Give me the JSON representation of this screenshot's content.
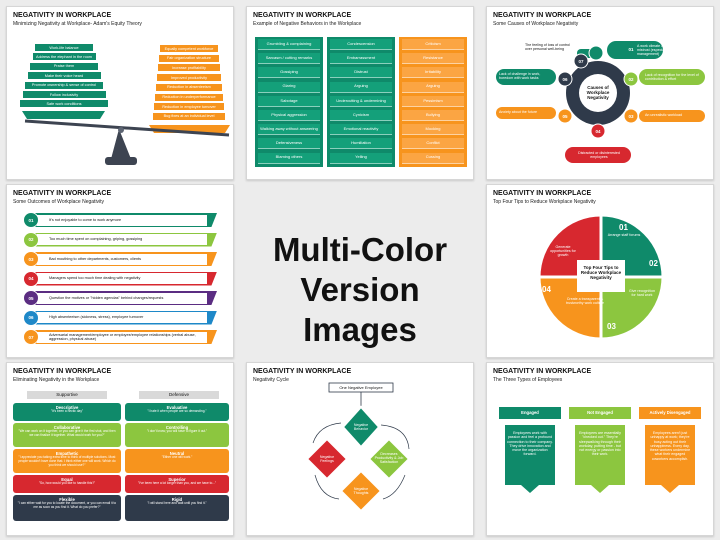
{
  "center_caption": [
    "Multi-Color",
    "Version Images"
  ],
  "slide1": {
    "title": "NEGATIVITY IN WORKPLACE",
    "subtitle": "Minimizing Negativity at Workplace- Adam's Equity Theory",
    "left_items": [
      "Work-life balance",
      "Address the elephant in the room",
      "Praise them",
      "Make their voice heard",
      "Promote ownership & sense of control",
      "Follow inclusivity",
      "Safe work conditions"
    ],
    "right_items": [
      "Equally competent workforce",
      "Fair organization structure",
      "Increase profitability",
      "Improved productivity",
      "Reduction in absenteeism",
      "Reduction in underperformance",
      "Reduction in employee turnover",
      "Bug fixes at an individual level"
    ],
    "colors": {
      "green": "#0f8a6a",
      "orange": "#f7941d",
      "base": "#4b5563"
    }
  },
  "slide2": {
    "title": "NEGATIVITY IN WORKPLACE",
    "subtitle": "Example of Negative Behaviors in the Workplace",
    "col1": [
      "Grumbling & complaining",
      "Sarcasm / cutting remarks",
      "Gossiping",
      "Glaring",
      "Sabotage",
      "Physical aggression",
      "Walking away without answering",
      "Defensiveness",
      "Blaming others"
    ],
    "col2": [
      "Condescension",
      "Embarrassment",
      "Distrust",
      "Arguing",
      "Undercutting & undermining",
      "Cynicism",
      "Emotional reactivity",
      "Humiliation",
      "Yelling"
    ],
    "col3": [
      "Criticism",
      "Resistance",
      "Irritability",
      "Arguing",
      "Pessimism",
      "Bullying",
      "Mocking",
      "Conflict",
      "Cussing"
    ],
    "colors": {
      "green": "#0f8a6a",
      "orange": "#f7941d"
    }
  },
  "slide3": {
    "title": "NEGATIVITY IN WORKPLACE",
    "subtitle": "Some Causes of Workplace Negativity",
    "center": "Causes of Workplace Negativity",
    "items": [
      {
        "num": "01",
        "text": "A work climate of distrust or mistrust (especially towards management)"
      },
      {
        "num": "02",
        "text": "Lack of recognition for the level of contribution & effort"
      },
      {
        "num": "03",
        "text": "An unrealistic workload"
      },
      {
        "num": "04",
        "text": "Distracted or disinterested employees"
      },
      {
        "num": "05",
        "text": "Anxiety about the future"
      },
      {
        "num": "06",
        "text": "Lack of challenge in work, boredom with work tasks"
      },
      {
        "num": "07",
        "text": "The feeling of loss of control over personal well-being"
      }
    ]
  },
  "slide4": {
    "title": "NEGATIVITY IN WORKPLACE",
    "subtitle": "Some Outcomes of Workplace Negativity",
    "items": [
      {
        "num": "01",
        "text": "It's not enjoyable to come to work anymore",
        "color": "#0f8a6a"
      },
      {
        "num": "02",
        "text": "Too much time spent on complaining, griping, gossiping",
        "color": "#8cc63f"
      },
      {
        "num": "03",
        "text": "Bad mouthing to other departments, customers, clients",
        "color": "#f7941d"
      },
      {
        "num": "04",
        "text": "Managers spend too much time dealing with negativity",
        "color": "#d7282f"
      },
      {
        "num": "05",
        "text": "Question the motives or \"hidden agendas\" behind changes/requests",
        "color": "#5b2d82"
      },
      {
        "num": "06",
        "text": "High absenteeism (sickness, stress), employee turnover",
        "color": "#1e88c8"
      },
      {
        "num": "07",
        "text": "Adversarial management/employee or employee/employee relationships (verbal abuse, aggression, physical abuse)",
        "color": "#f7941d"
      }
    ]
  },
  "slide6": {
    "title": "NEGATIVITY IN WORKPLACE",
    "subtitle": "Top Four Tips to Reduce Workplace Negativity",
    "center": "Top Four Tips to Reduce Workplace Negativity",
    "items": [
      {
        "num": "01",
        "text": "Arrange staff forums"
      },
      {
        "num": "02",
        "text": "Give recognition for hard work"
      },
      {
        "num": "03",
        "text": "Create a transparent & trustworthy work culture"
      },
      {
        "num": "04",
        "text": "Generate opportunities for growth"
      }
    ]
  },
  "slide7": {
    "title": "NEGATIVITY IN WORKPLACE",
    "subtitle": "Eliminating Negativity in the Workplace",
    "left_header": "Supportive",
    "right_header": "Defensive",
    "left": [
      {
        "head": "Descriptive",
        "body": "\"It's been a hectic day\""
      },
      {
        "head": "Collaborative",
        "body": "\"We can work on it together, or you can give it the first shot, and then we can finalize it together. What would work for you?\""
      },
      {
        "head": "Empathetic",
        "body": "\"I appreciate you taking extra time to think of multiple solutions. Most people wouldn't have done that. I think either one will work. Which do you think we should use?\""
      },
      {
        "head": "Equal",
        "body": "\"So, how would you like to handle this?\""
      },
      {
        "head": "Flexible",
        "body": "\"I can either wait for you to locate the document, or you can email it to me as soon as you find it. What do you prefer?\""
      }
    ],
    "right": [
      {
        "head": "Evaluative",
        "body": "\"I hate it when people are so demanding.\""
      },
      {
        "head": "Controlling",
        "body": "\"I don't know; you will have to figure it out.\""
      },
      {
        "head": "Neutral",
        "body": "\"Either one will work.\""
      },
      {
        "head": "Superior",
        "body": "\"I've been here a lot longer than you, and we have to...\""
      },
      {
        "head": "Rigid",
        "body": "\"I will stand here and wait until you find it.\""
      }
    ]
  },
  "slide8": {
    "title": "NEGATIVITY IN WORKPLACE",
    "subtitle": "Negativity Cycle",
    "top": "One Negative Employee",
    "nodes": [
      "Negative Behavior",
      "Decreases Productivity & Job Satisfaction",
      "Negative Thoughts",
      "Negative Feelings"
    ]
  },
  "slide9": {
    "title": "NEGATIVITY IN WORKPLACE",
    "subtitle": "The Three Types of Employees",
    "cards": [
      {
        "head": "Engaged",
        "body": "Employees work with passion and feel a profound connection to their company. They drive innovation and move the organization forward.",
        "color": "#0f8a6a"
      },
      {
        "head": "Not Engaged",
        "body": "Employees are essentially \"checked out.\" They're sleepwalking through their workday, putting time - but not energy or passion into their work.",
        "color": "#8cc63f"
      },
      {
        "head": "Actively Disengaged",
        "body": "Employees aren't just unhappy at work; they're busy acting out their unhappiness. Every day, these workers undermine what their engaged coworkers accomplish.",
        "color": "#f7941d"
      }
    ]
  }
}
